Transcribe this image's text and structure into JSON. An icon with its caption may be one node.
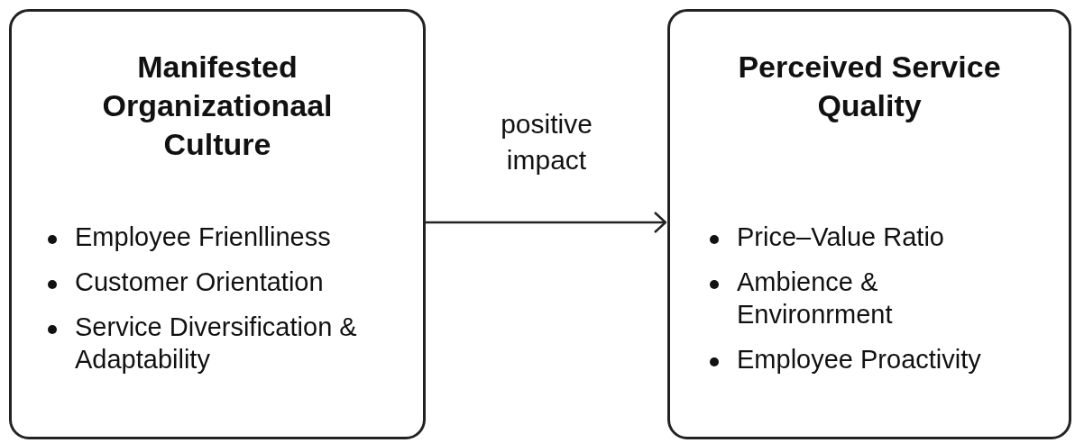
{
  "diagram": {
    "nodes": [
      {
        "text": [
          "Manifested Organizationaal Culture",
          "Employee Frienlliness",
          "Customer Orientation",
          "Service Diversification & Adaptability"
        ]
      },
      {
        "text": [
          "Perceived Service Quality",
          "Price–Value Ratio",
          "Ambience & Environrment",
          "Employee Proactivity"
        ]
      }
    ],
    "edges": [
      {
        "from": 0,
        "to": 1,
        "arrow": "to",
        "label": "positive impact"
      }
    ]
  }
}
